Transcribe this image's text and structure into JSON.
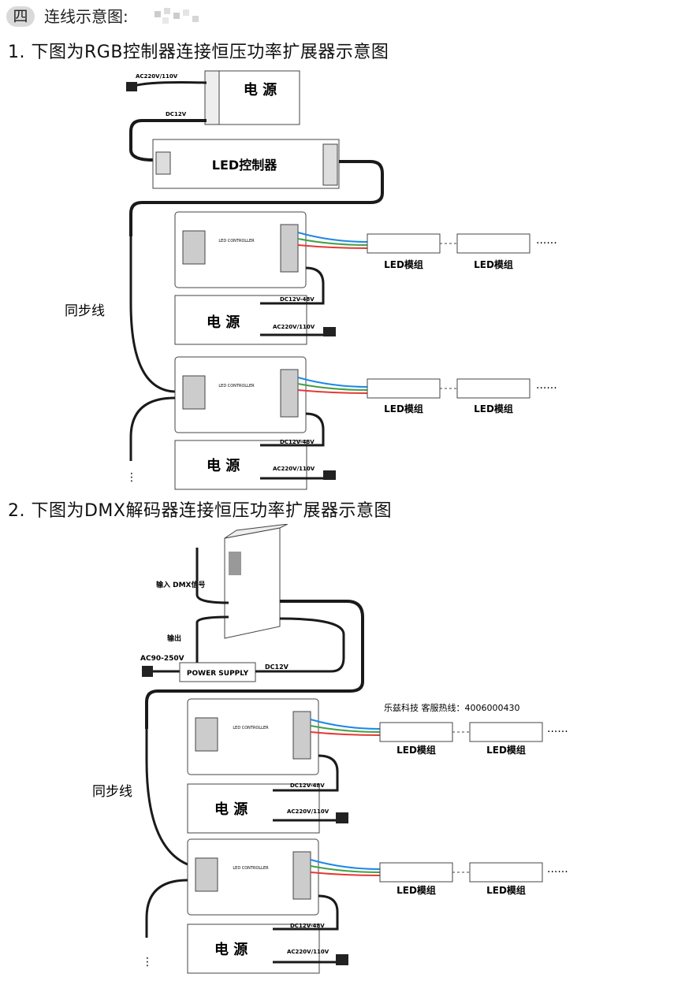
{
  "header": {
    "num": "四",
    "title": "连线示意图:"
  },
  "section1": {
    "title": "1. 下图为RGB控制器连接恒压功率扩展器示意图",
    "top_ps": {
      "label": "电 源",
      "ac_in": "AC220V/110V",
      "dc_out": "DC12V"
    },
    "controller": {
      "label": "LED控制器"
    },
    "amp_label": "LED CONTROLLER",
    "ps_label": "电 源",
    "ps_dc": "DC12V-48V",
    "ps_ac": "AC220V/110V",
    "sync": "同步线",
    "module": "LED模组"
  },
  "section2": {
    "title": "2. 下图为DMX解码器连接恒压功率扩展器示意图",
    "dmx_in": "输入\nDMX信号",
    "dmx_out": "输出",
    "psu_ac": "AC90-250V",
    "psu_label": "POWER SUPPLY",
    "psu_dc": "DC12V",
    "hotline": "乐兹科技 客服热线：4006000430",
    "ps_label": "电 源",
    "ps_dc": "DC12V-48V",
    "ps_ac": "AC220V/110V",
    "sync": "同步线",
    "module": "LED模组"
  },
  "colors": {
    "wire": "#1a1a1a",
    "red": "#e53935",
    "green": "#43a047",
    "blue": "#1e88e5",
    "border": "#444444"
  }
}
